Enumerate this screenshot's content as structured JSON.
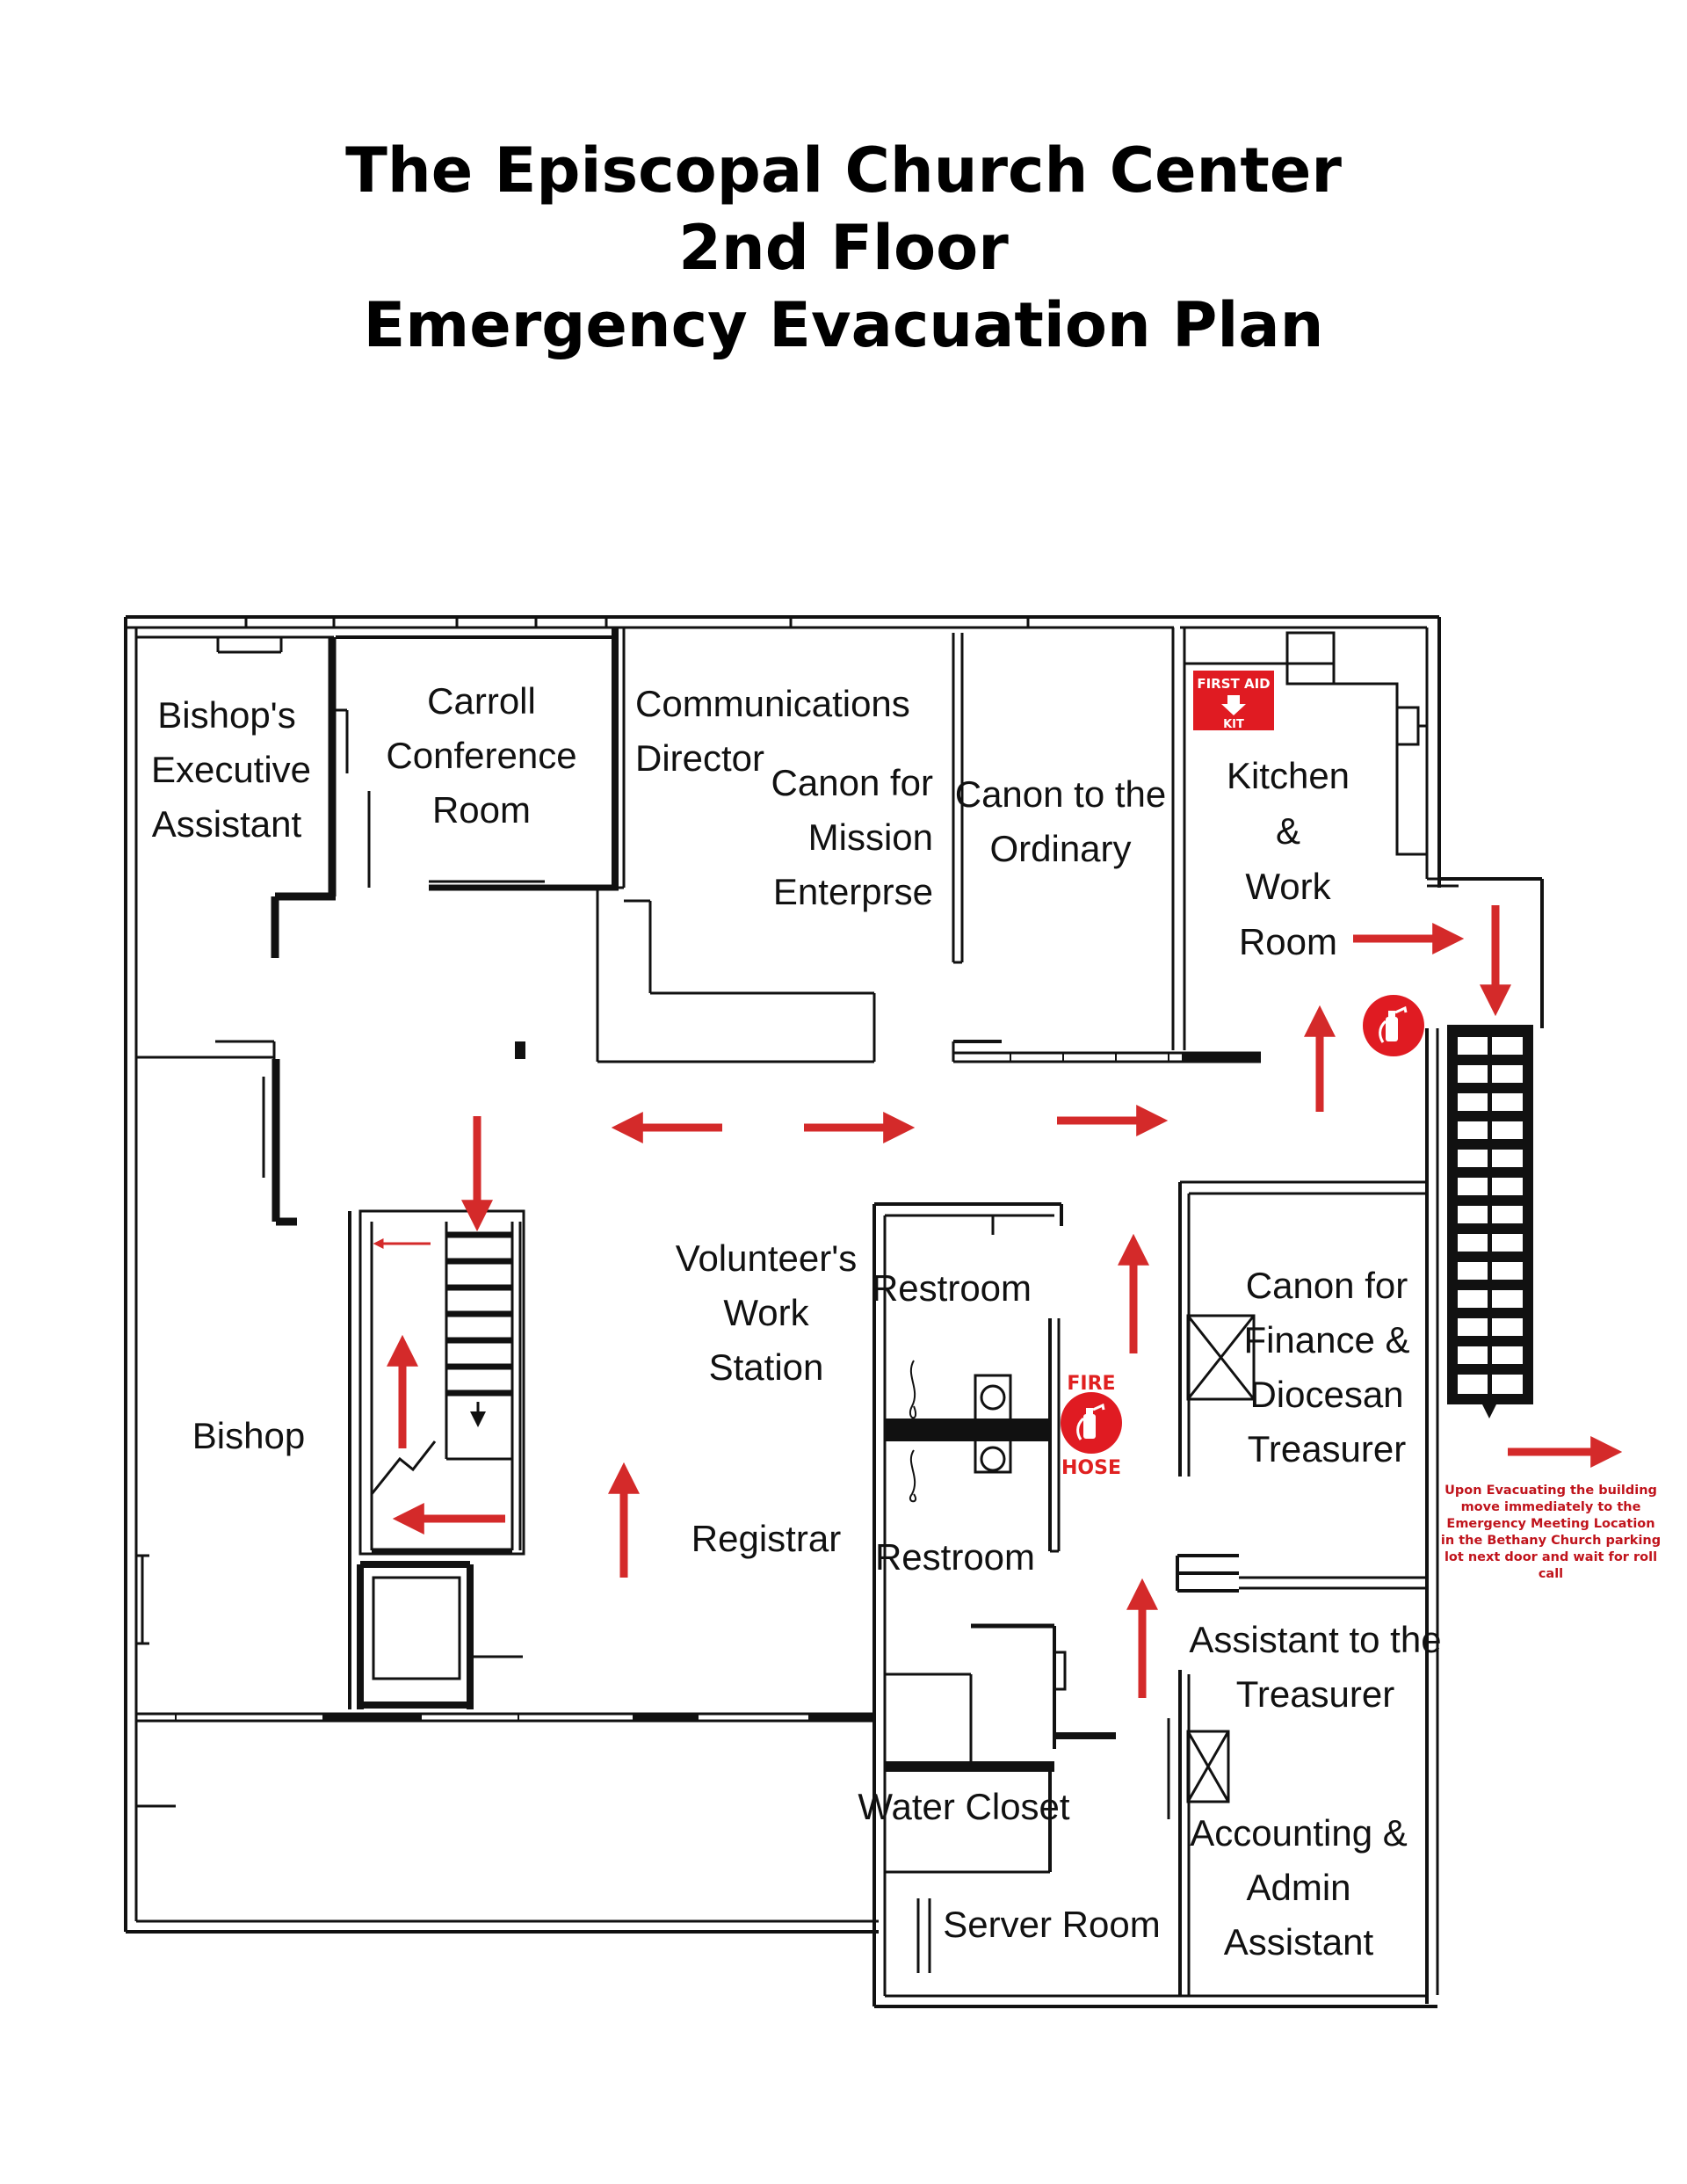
{
  "title": {
    "line1": "The Episcopal Church Center",
    "line2": "2nd Floor",
    "line3": "Emergency Evacuation Plan"
  },
  "rooms": {
    "bishops_exec_assistant": [
      "Bishop's",
      "Executive",
      "Assistant"
    ],
    "carroll_conference_room": [
      "Carroll",
      "Conference",
      "Room"
    ],
    "communications_director": [
      "Communications",
      "Director"
    ],
    "canon_mission_enterprise": [
      "Canon for",
      "Mission",
      "Enterprse"
    ],
    "canon_ordinary": [
      "Canon to the",
      "Ordinary"
    ],
    "kitchen_work_room": [
      "Kitchen",
      "&",
      "Work",
      "Room"
    ],
    "volunteers_work_station": [
      "Volunteer's",
      "Work",
      "Station"
    ],
    "registrar": "Registrar",
    "bishop": "Bishop",
    "restroom_upper": "Restroom",
    "restroom_lower": "Restroom",
    "canon_finance": [
      "Canon for",
      "Finance &",
      "Diocesan",
      "Treasurer"
    ],
    "assistant_treasurer": [
      "Assistant to the",
      "Treasurer"
    ],
    "accounting_admin": [
      "Accounting &",
      "Admin",
      "Assistant"
    ],
    "water_closet": "Water Closet",
    "server_room": "Server Room"
  },
  "signs": {
    "first_aid": [
      "FIRST AID",
      "KIT"
    ],
    "fire_hose": [
      "FIRE",
      "HOSE"
    ]
  },
  "evacuation_note": [
    "Upon Evacuating the building",
    "move immediately to the",
    "Emergency Meeting Location",
    "in the Bethany Church parking",
    "lot next door and wait for roll",
    "call"
  ],
  "colors": {
    "arrow": "#d42a2a",
    "sign_red": "#e01b22",
    "wall": "#111111",
    "note": "#c0141c"
  },
  "icons": {
    "fire_extinguisher": "fire-extinguisher-icon",
    "first_aid": "first-aid-kit-icon",
    "evacuation_arrow": "arrow-icon"
  }
}
